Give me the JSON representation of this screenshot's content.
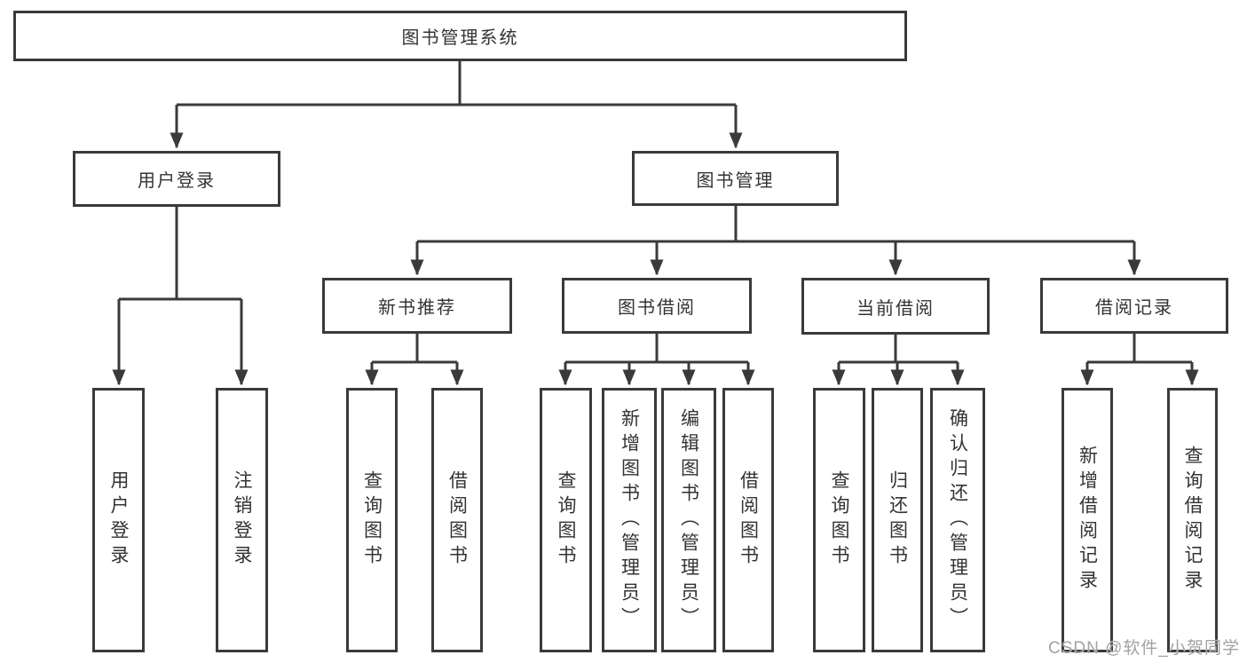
{
  "diagram": {
    "title_note": "library management system function structure diagram",
    "root": {
      "label": "图书管理系统"
    },
    "branches": [
      {
        "label": "用户登录",
        "children": [
          {
            "label": "用户登录"
          },
          {
            "label": "注销登录"
          }
        ]
      },
      {
        "label": "图书管理",
        "children": [
          {
            "label": "新书推荐",
            "children": [
              {
                "label": "查询图书"
              },
              {
                "label": "借阅图书"
              }
            ]
          },
          {
            "label": "图书借阅",
            "children": [
              {
                "label": "查询图书"
              },
              {
                "label": "新增图书（管理员）"
              },
              {
                "label": "编辑图书（管理员）"
              },
              {
                "label": "借阅图书"
              }
            ]
          },
          {
            "label": "当前借阅",
            "children": [
              {
                "label": "查询图书"
              },
              {
                "label": "归还图书"
              },
              {
                "label": "确认归还（管理员）"
              }
            ]
          },
          {
            "label": "借阅记录",
            "children": [
              {
                "label": "新增借阅记录"
              },
              {
                "label": "查询借阅记录"
              }
            ]
          }
        ]
      }
    ]
  },
  "watermark": {
    "text": "CSDN @软件_小贺同学"
  },
  "colors": {
    "line": "#3a3a3a",
    "box_border": "#3a3a3a",
    "text": "#333333",
    "watermark": "#a2a2a2",
    "background": "#ffffff"
  }
}
